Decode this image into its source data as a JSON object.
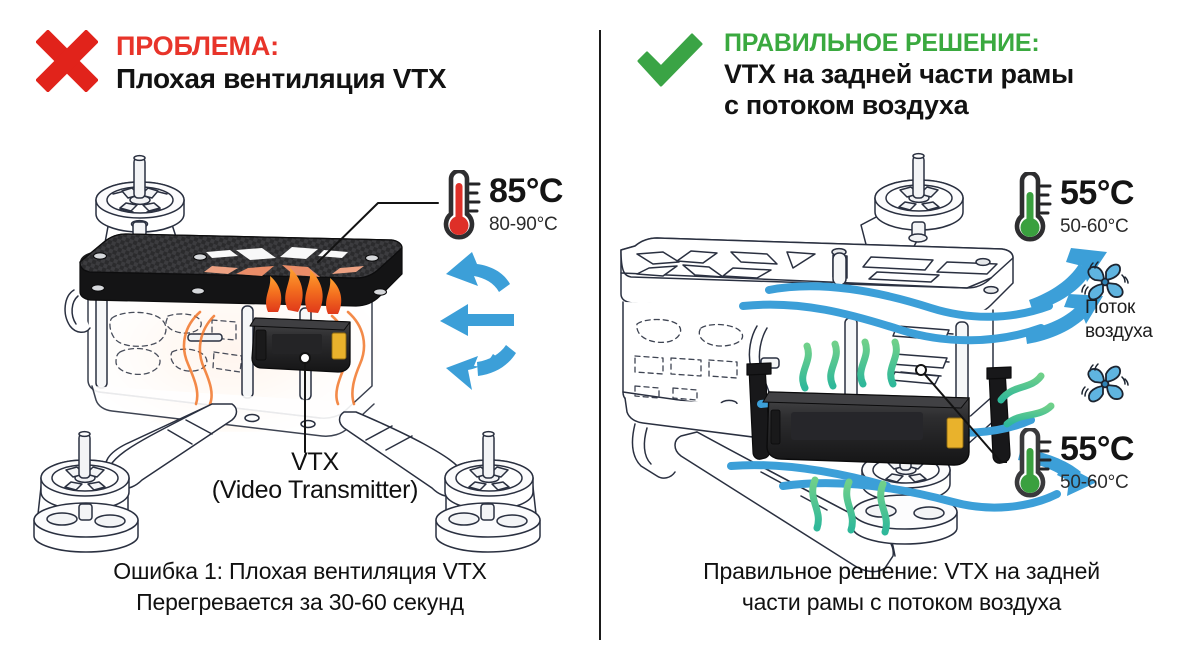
{
  "left": {
    "mark_icon": "red-cross-icon",
    "kicker": "ПРОБЛЕМА:",
    "headline": "Плохая вентиляция VTX",
    "thermometer": {
      "icon": "thermometer-hot-icon",
      "value": "85°C",
      "range": "80-90°C",
      "color": "#e0322b"
    },
    "callout": {
      "line1": "VTX",
      "line2": "(Video Transmitter)"
    },
    "caption": "Ошибка 1: Плохая вентиляция VTX\nПерегревается за 30-60 секунд",
    "airflow_arrows": 3,
    "arrow_color": "#3c9fd8"
  },
  "right": {
    "mark_icon": "green-check-icon",
    "kicker": "ПРАВИЛЬНОЕ РЕШЕНИЕ:",
    "headline": "VTX на задней части рамы\nс потоком воздуха",
    "thermometer_top": {
      "icon": "thermometer-cool-icon",
      "value": "55°C",
      "range": "50-60°C",
      "color": "#3aa03f"
    },
    "thermometer_bottom": {
      "icon": "thermometer-cool-icon",
      "value": "55°C",
      "range": "50-60°C",
      "color": "#3aa03f"
    },
    "airflow_label": "Поток\nвоздуха",
    "fan_icon": "propeller-fan-icon",
    "caption": "Правильное решение: VTX на задней\nчасти рамы с потоком воздуха",
    "arrow_color": "#3c9fd8",
    "heat_stream_color": "#3bb39b"
  },
  "colors": {
    "red": "#e8342a",
    "green": "#3aa93f",
    "blue": "#3c9fd8",
    "heat_orange": "#f2762a",
    "line": "#2a3040",
    "divider": "#1b1b1b"
  }
}
